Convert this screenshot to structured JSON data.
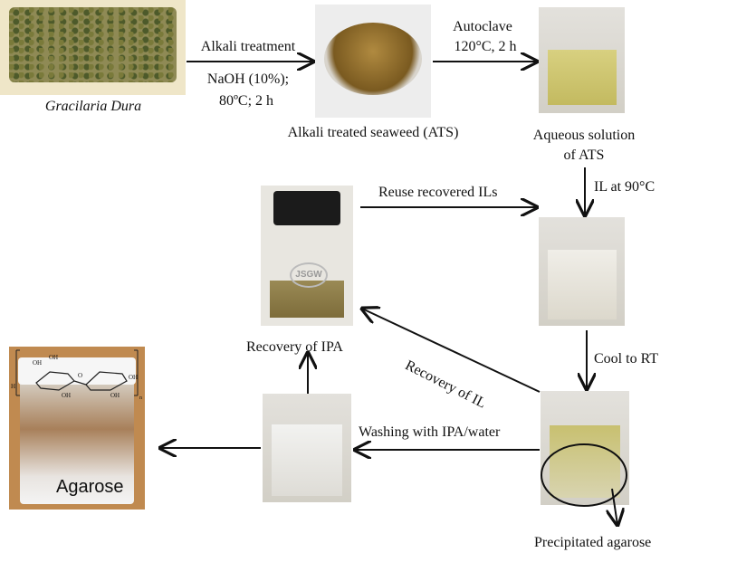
{
  "steps": {
    "seaweed": "Gracilaria Dura",
    "alkali_label": "Alkali treatment",
    "alkali_cond1": "NaOH (10%);",
    "alkali_cond2": "80ºC; 2 h",
    "ats": "Alkali treated seaweed (ATS)",
    "autoclave": "Autoclave",
    "autoclave_cond": "120°C, 2 h",
    "aqueous1": "Aqueous solution",
    "aqueous2": "of ATS",
    "il": "IL at 90°C",
    "reuse": "Reuse recovered ILs",
    "recovery_ipa": "Recovery of IPA",
    "recovery_il": "Recovery of IL",
    "cool": "Cool to RT",
    "washing": "Washing with IPA/water",
    "precipitated": "Precipitated agarose",
    "agarose": "Agarose"
  },
  "structure_labels": [
    "OH",
    "OH",
    "O",
    "H",
    "OH",
    "OH",
    "OH",
    "n"
  ],
  "jar_logo": "JSGW"
}
